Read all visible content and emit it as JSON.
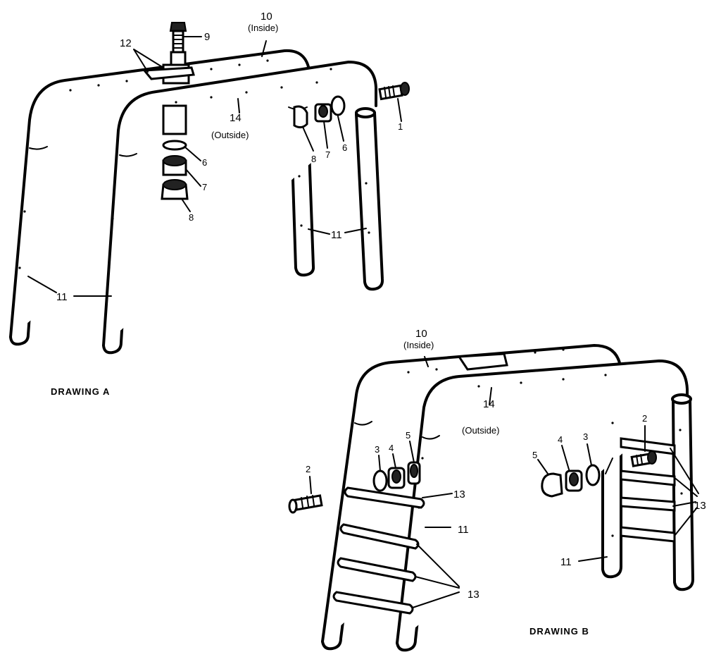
{
  "drawing_a": {
    "caption": "DRAWING A",
    "labels": {
      "outer_bar": "10",
      "outer_bar_note": "(Inside)",
      "inner_bar": "14",
      "inner_bar_note": "(Outside)",
      "bracket": "12",
      "top_bolt": "9",
      "side_bolt": "1",
      "washer_lower": "6",
      "lockwasher_lower": "7",
      "nut_lower": "8",
      "nut_side": "8",
      "lockwasher_side": "7",
      "washer_side": "6",
      "leg_left": "11",
      "leg_right": "11"
    }
  },
  "drawing_b": {
    "caption": "DRAWING B",
    "labels": {
      "outer_bar": "10",
      "outer_bar_note": "(Inside)",
      "inner_bar": "14",
      "inner_bar_note": "(Outside)",
      "bolt_left": "2",
      "washer_left": "3",
      "lockwasher_left": "4",
      "nut_left": "5",
      "rung_top_left": "13",
      "leg_left": "11",
      "rungs_left": "13",
      "bolt_right": "2",
      "nut_right": "5",
      "lockwasher_right": "4",
      "washer_right": "3",
      "rungs_right": "13",
      "leg_right": "11"
    }
  }
}
